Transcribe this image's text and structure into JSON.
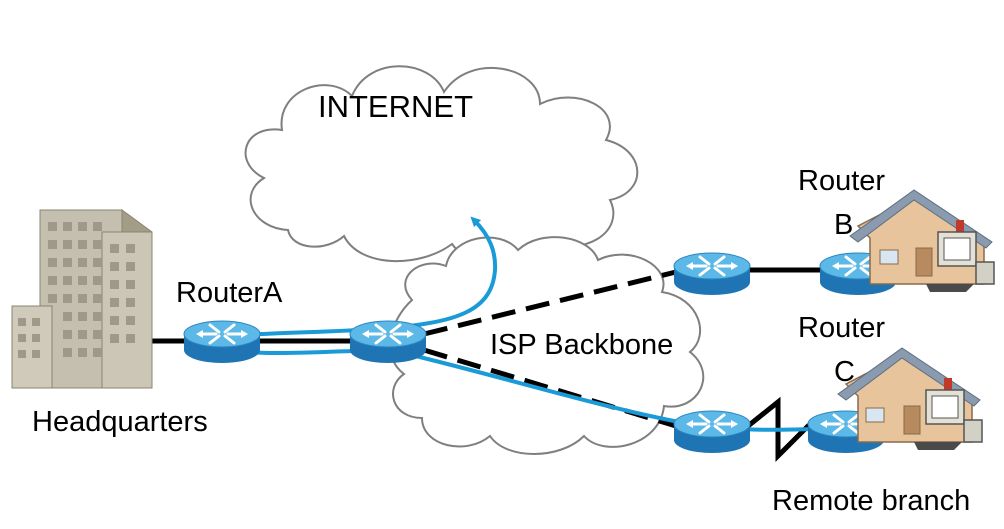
{
  "labels": {
    "internet": "INTERNET",
    "isp_backbone": "ISP Backbone",
    "router_a": "RouterA",
    "router_b_line1": "Router",
    "router_b_line2": "B",
    "router_c_line1": "Router",
    "router_c_line2": "C",
    "headquarters": "Headquarters",
    "remote_branch": "Remote branch"
  },
  "colors": {
    "cloud_stroke": "#7f7f7f",
    "router_top": "#5cb8e6",
    "router_side": "#1f75b3",
    "tunnel": "#1a9ad6",
    "link": "#000000"
  },
  "icons": {
    "router": "router-icon",
    "building": "building-icon",
    "house": "house-icon",
    "computer": "computer-icon"
  }
}
